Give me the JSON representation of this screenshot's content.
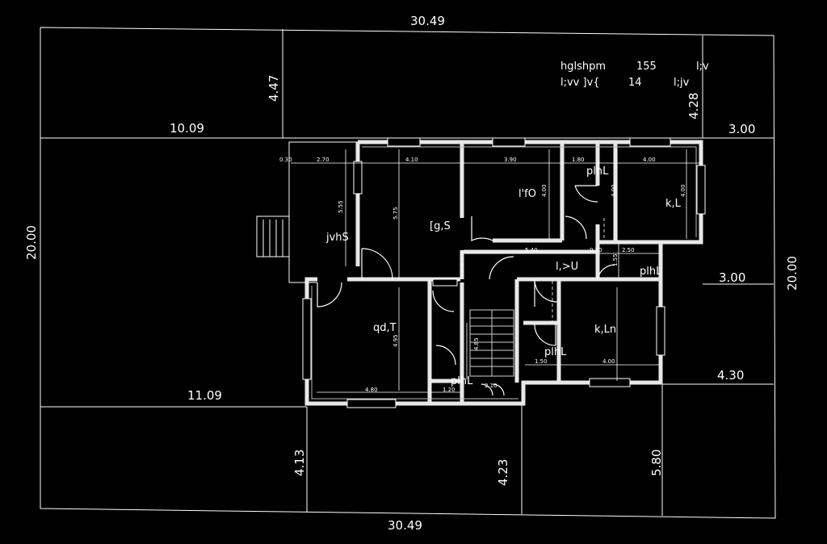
{
  "site_dimensions": {
    "top_width": "30.49",
    "bottom_width": "30.49",
    "left_height": "20.00",
    "right_height": "20.00",
    "left_upper_setback": "10.09",
    "left_lower_setback": "11.09",
    "top_setback": "4.47",
    "top_right_setback": "4.28",
    "right_setback_upper": "3.00",
    "right_setback_mid": "3.00",
    "right_setback_lower": "4.30",
    "bottom_setback_left": "4.13",
    "bottom_setback_mid": "4.23",
    "bottom_setback_right": "5.80"
  },
  "area_table": {
    "row1": {
      "label": "hglshpm",
      "value": "155",
      "unit": "l;v"
    },
    "row2": {
      "label": "l;vv ]v{",
      "value": "14",
      "unit": "l;jv"
    }
  },
  "rooms": {
    "r1": "jvhS",
    "r2": "[g,S",
    "r3": "l'fO",
    "r4": "plhL",
    "r5": "k,L",
    "r6": "l,>U",
    "r7": "plhL",
    "r8": "qd,T",
    "r9": "k,Ln",
    "r10": "plhL",
    "r11": "plhL"
  },
  "interior_dims": {
    "d1": "0.30",
    "d2": "2.70",
    "d3": "4.10",
    "d4": "3.90",
    "d5": "1.80",
    "d6": "4.00",
    "d7": "5.55",
    "d8": "5.75",
    "d9": "4.00",
    "d10": "4.00",
    "d11": "4.00",
    "d12": "5.40",
    "d13": "0.30",
    "d14": "2.50",
    "d15": "1.55",
    "d16": "4.95",
    "d17": "4.85",
    "d18": "4.80",
    "d19": "1.20",
    "d20": "2.10",
    "d21": "1.50",
    "d22": "4.00"
  }
}
